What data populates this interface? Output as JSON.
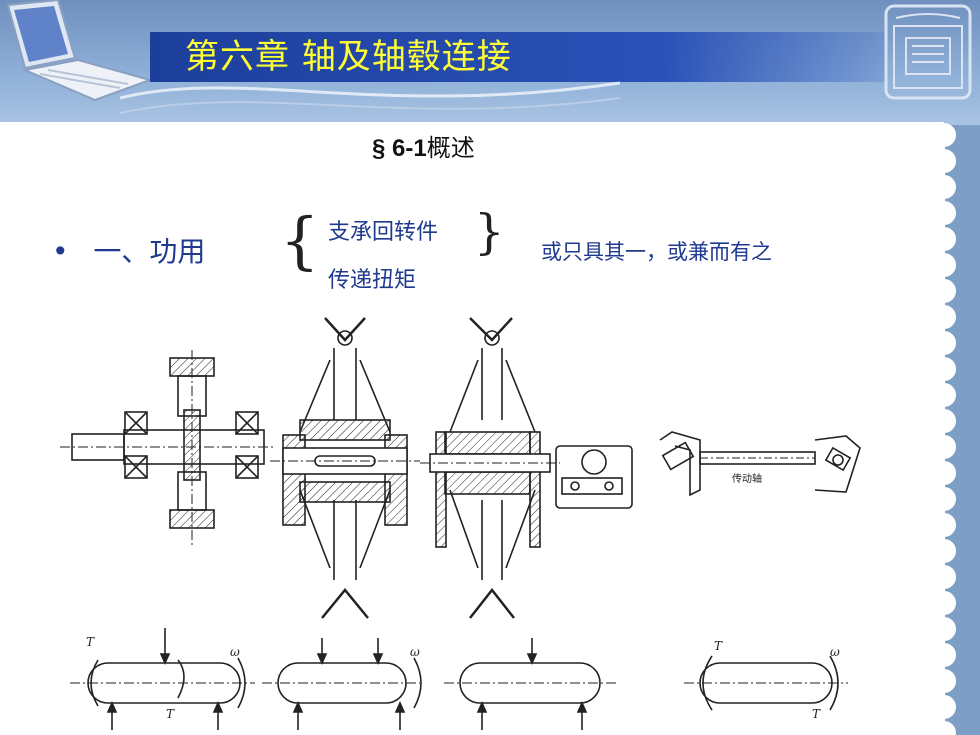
{
  "header": {
    "chapter_title": "第六章   轴及轴毂连接"
  },
  "section": {
    "symbol": "§",
    "number": "6-1",
    "name": "概述"
  },
  "bullet": {
    "marker": "•",
    "heading": "一、功用"
  },
  "functions": {
    "item1": "支承回转件",
    "item2": "传递扭矩",
    "note": "或只具其一，或兼而有之"
  },
  "figure": {
    "drive_shaft_label": "传动轴",
    "load_labels": {
      "torque": "T",
      "omega": "ω"
    }
  },
  "colors": {
    "title_text": "#ffff33",
    "title_bar": "#1d3f9c",
    "body_text": "#1f3a8f",
    "background": "#7d9fc6"
  }
}
